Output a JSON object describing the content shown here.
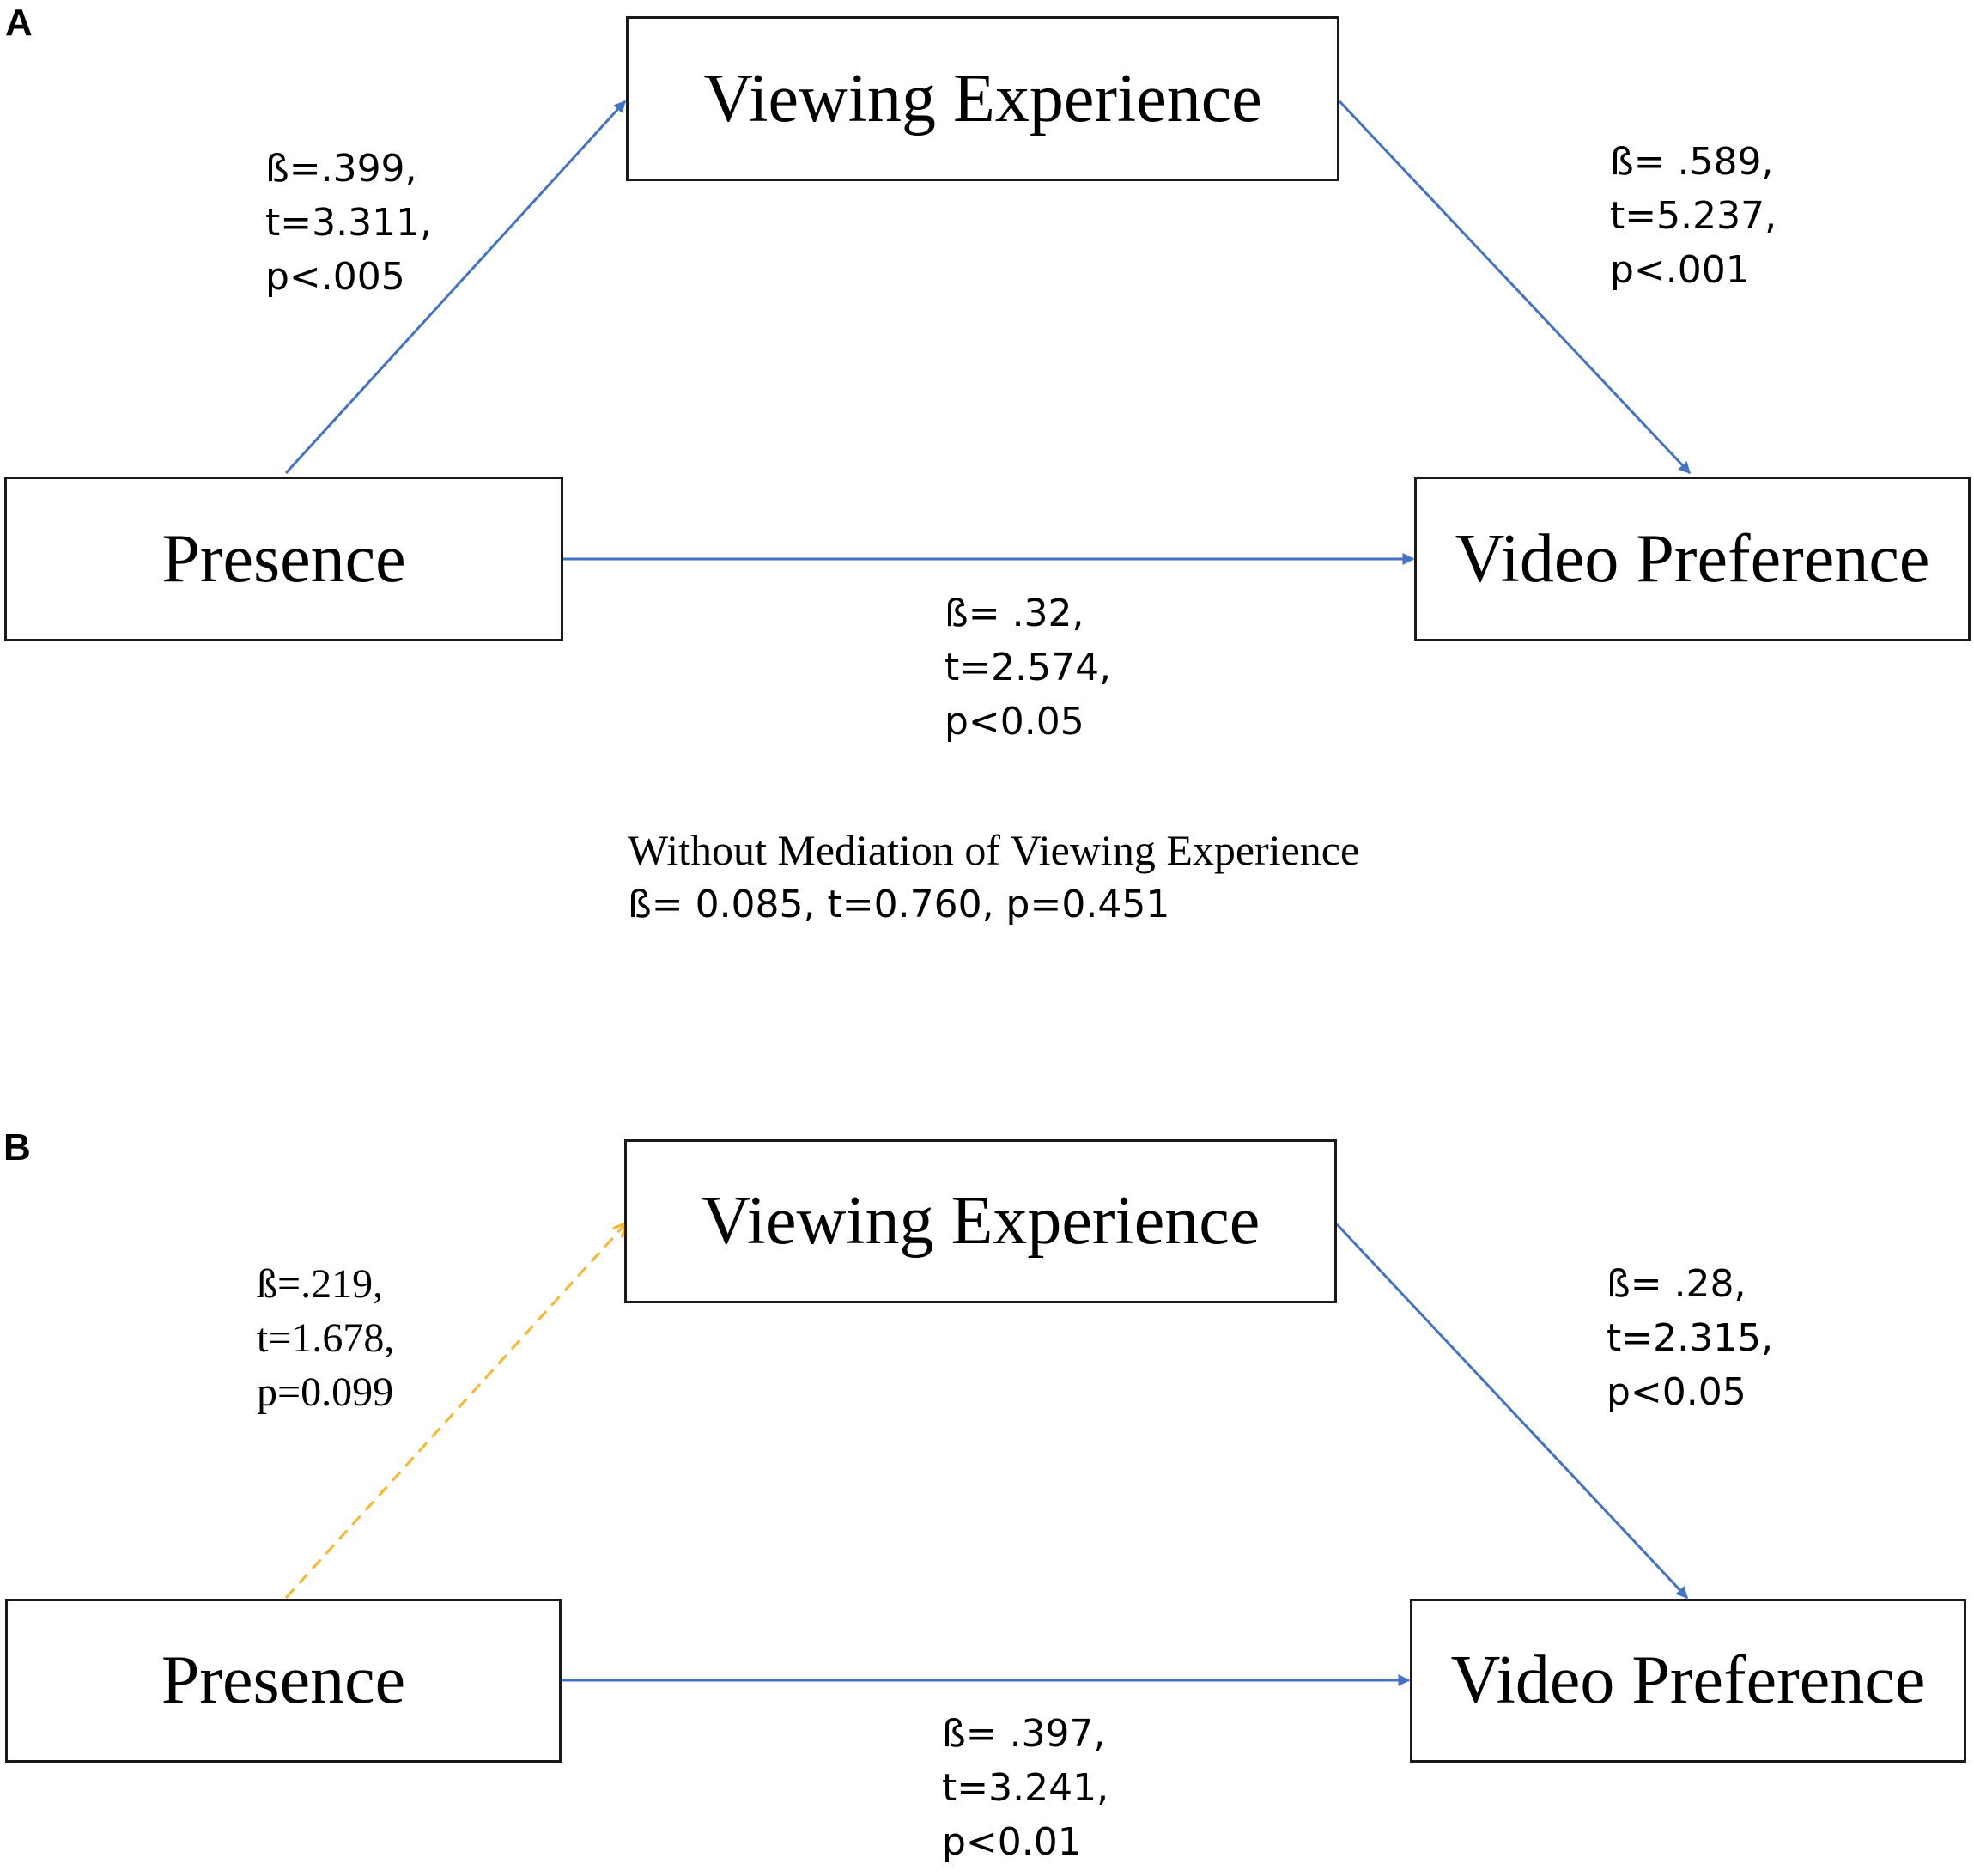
{
  "panels": {
    "a": {
      "letter": "A",
      "nodes": {
        "mediator": "Viewing Experience",
        "predictor": "Presence",
        "outcome": "Video Preference"
      },
      "paths": {
        "a_path": {
          "beta": "ß=.399,",
          "t": "t=3.311,",
          "p": "p<.005",
          "style": "solid",
          "color": "#4472C4"
        },
        "b_path": {
          "beta": "ß= .589,",
          "t": "t=5.237,",
          "p": "p<.001",
          "style": "solid",
          "color": "#4472C4"
        },
        "c_path": {
          "beta": "ß= .32,",
          "t": "t=2.574,",
          "p": "p<0.05",
          "style": "solid",
          "color": "#4472C4"
        }
      },
      "note": {
        "title": "Without Mediation of Viewing Experience",
        "values": "ß= 0.085, t=0.760, p=0.451"
      }
    },
    "b": {
      "letter": "B",
      "nodes": {
        "mediator": "Viewing Experience",
        "predictor": "Presence",
        "outcome": "Video Preference"
      },
      "paths": {
        "a_path": {
          "beta": "ß=.219,",
          "t": "t=1.678,",
          "p": "p=0.099",
          "style": "dashed",
          "color": "#F5B82E"
        },
        "b_path": {
          "beta": "ß= .28,",
          "t": "t=2.315,",
          "p": "p<0.05",
          "style": "solid",
          "color": "#4472C4"
        },
        "c_path": {
          "beta": "ß= .397,",
          "t": "t=3.241,",
          "p": "p<0.01",
          "style": "solid",
          "color": "#4472C4"
        }
      }
    }
  }
}
